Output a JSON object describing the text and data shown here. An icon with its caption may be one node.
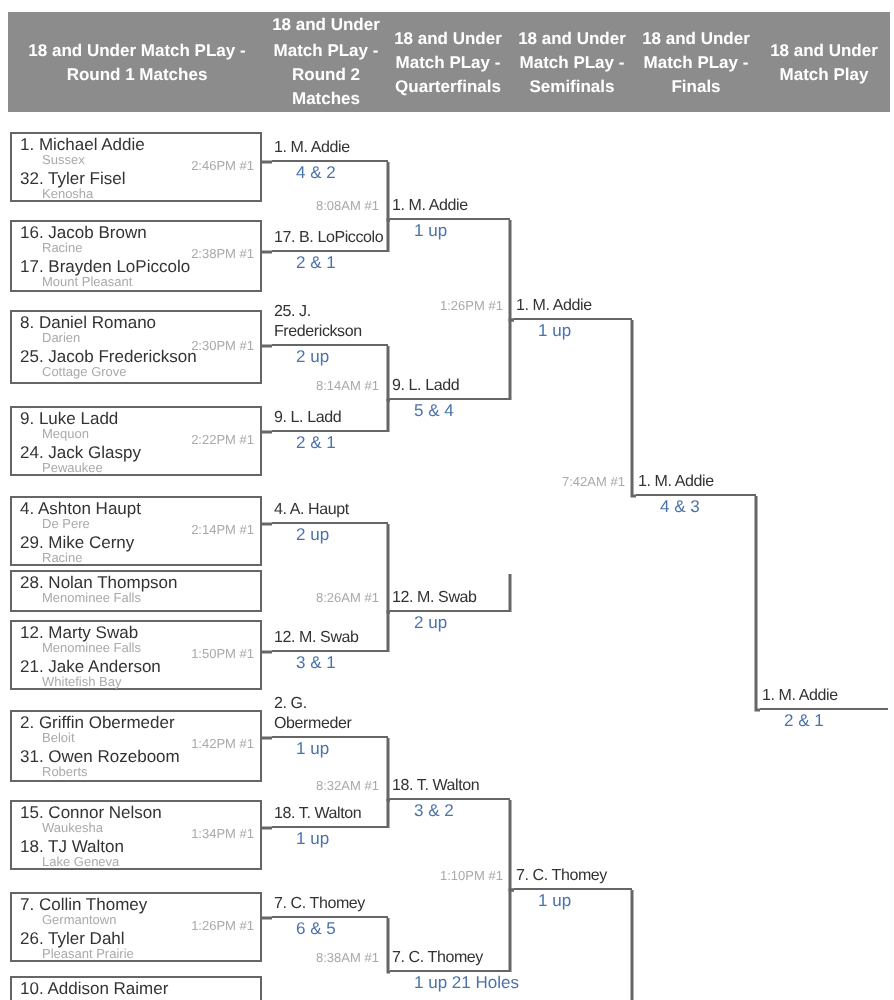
{
  "diagram": {
    "nodes": [
      {
        "text": [
          "1. Michael Addie",
          "Sussex",
          "32. Tyler Fisel",
          "Kenosha",
          "2:46PM #1"
        ]
      },
      {
        "text": [
          "16. Jacob Brown",
          "Racine",
          "17. Brayden LoPiccolo",
          "Mount Pleasant",
          "2:38PM #1"
        ]
      },
      {
        "text": [
          "8. Daniel Romano",
          "Darien",
          "25. Jacob Frederickson",
          "Cottage Grove",
          "2:30PM #1"
        ]
      },
      {
        "text": [
          "9. Luke Ladd",
          "Mequon",
          "24. Jack Glaspy",
          "Pewaukee",
          "2:22PM #1"
        ]
      },
      {
        "text": [
          "4. Ashton Haupt",
          "De Pere",
          "29. Mike Cerny",
          "Racine",
          "2:14PM #1"
        ]
      },
      {
        "text": [
          "28. Nolan Thompson",
          "Menominee Falls"
        ]
      },
      {
        "text": [
          "12. Marty Swab",
          "Menominee Falls",
          "21. Jake Anderson",
          "Whitefish Bay",
          "1:50PM #1"
        ]
      },
      {
        "text": [
          "2. Griffin Obermeder",
          "Beloit",
          "31. Owen Rozeboom",
          "Roberts",
          "1:42PM #1"
        ]
      },
      {
        "text": [
          "15. Connor Nelson",
          "Waukesha",
          "18. TJ Walton",
          "Lake Geneva",
          "1:34PM #1"
        ]
      },
      {
        "text": [
          "7. Collin Thomey",
          "Germantown",
          "26. Tyler Dahl",
          "Pleasant Prairie",
          "1:26PM #1"
        ]
      },
      {
        "text": [
          "10. Addison Raimer"
        ]
      },
      {
        "text": [
          "1. M. Addie",
          "4 & 2"
        ]
      },
      {
        "text": [
          "17. B. LoPiccolo",
          "2 & 1"
        ]
      },
      {
        "text": [
          "25. J. Frederickson",
          "2 up"
        ]
      },
      {
        "text": [
          "9. L. Ladd",
          "2 & 1"
        ]
      },
      {
        "text": [
          "4. A. Haupt",
          "2 up"
        ]
      },
      {
        "text": [
          "12. M. Swab",
          "3 & 1"
        ]
      },
      {
        "text": [
          "2. G. Obermeder",
          "1 up"
        ]
      },
      {
        "text": [
          "18. T. Walton",
          "1 up"
        ]
      },
      {
        "text": [
          "7. C. Thomey",
          "6 & 5"
        ]
      },
      {
        "text": [
          "1. M. Addie",
          "1 up"
        ],
        "beside": [
          "8:08AM #1"
        ]
      },
      {
        "text": [
          "9. L. Ladd",
          "5 & 4"
        ],
        "beside": [
          "8:14AM #1"
        ]
      },
      {
        "text": [
          "12. M. Swab",
          "2 up"
        ],
        "beside": [
          "8:26AM #1"
        ]
      },
      {
        "text": [
          "18. T. Walton",
          "3 & 2"
        ],
        "beside": [
          "8:32AM #1"
        ]
      },
      {
        "text": [
          "7. C. Thomey",
          "1 up 21 Holes"
        ],
        "beside": [
          "8:38AM #1"
        ]
      },
      {
        "text": [
          "1. M. Addie",
          "1 up"
        ],
        "beside": [
          "1:26PM #1"
        ]
      },
      {
        "text": [
          "7. C. Thomey",
          "1 up"
        ],
        "beside": [
          "1:10PM #1"
        ]
      },
      {
        "text": [
          "1. M. Addie",
          "4 & 3"
        ],
        "beside": [
          "7:42AM #1"
        ]
      },
      {
        "text": [
          "1. M. Addie",
          "2 & 1"
        ]
      }
    ],
    "edges": [
      {
        "from": 0,
        "to": 11,
        "arrow": "none"
      },
      {
        "from": 1,
        "to": 12,
        "arrow": "none"
      },
      {
        "from": 2,
        "to": 13,
        "arrow": "none"
      },
      {
        "from": 3,
        "to": 14,
        "arrow": "none"
      },
      {
        "from": 4,
        "to": 15,
        "arrow": "none"
      },
      {
        "from": 6,
        "to": 16,
        "arrow": "none"
      },
      {
        "from": 7,
        "to": 17,
        "arrow": "none"
      },
      {
        "from": 8,
        "to": 18,
        "arrow": "none"
      },
      {
        "from": 9,
        "to": 19,
        "arrow": "none"
      },
      {
        "from": 11,
        "to": 20,
        "arrow": "none"
      },
      {
        "from": 12,
        "to": 20,
        "arrow": "none"
      },
      {
        "from": 13,
        "to": 21,
        "arrow": "none"
      },
      {
        "from": 14,
        "to": 21,
        "arrow": "none"
      },
      {
        "from": 15,
        "to": 22,
        "arrow": "none"
      },
      {
        "from": 16,
        "to": 22,
        "arrow": "none"
      },
      {
        "from": 17,
        "to": 23,
        "arrow": "none"
      },
      {
        "from": 18,
        "to": 23,
        "arrow": "none"
      },
      {
        "from": 19,
        "to": 24,
        "arrow": "none"
      },
      {
        "from": 20,
        "to": 25,
        "arrow": "none"
      },
      {
        "from": 21,
        "to": 25,
        "arrow": "none"
      },
      {
        "from": 22,
        "to": null,
        "arrow": "none"
      },
      {
        "from": 23,
        "to": 26,
        "arrow": "none"
      },
      {
        "from": 24,
        "to": 26,
        "arrow": "none"
      },
      {
        "from": 25,
        "to": 27,
        "arrow": "none"
      },
      {
        "from": 26,
        "to": null,
        "arrow": "none"
      },
      {
        "from": 27,
        "to": 28,
        "arrow": "none"
      }
    ],
    "labels": [
      "18 and Under Match PLay - Round 1 Matches",
      "18 and Under Match PLay - Round 2 Matches",
      "18 and Under Match PLay - Quarterfinals",
      "18 and Under Match PLay - Semifinals",
      "18 and Under Match PLay - Finals",
      "18 and Under Match Play"
    ]
  }
}
